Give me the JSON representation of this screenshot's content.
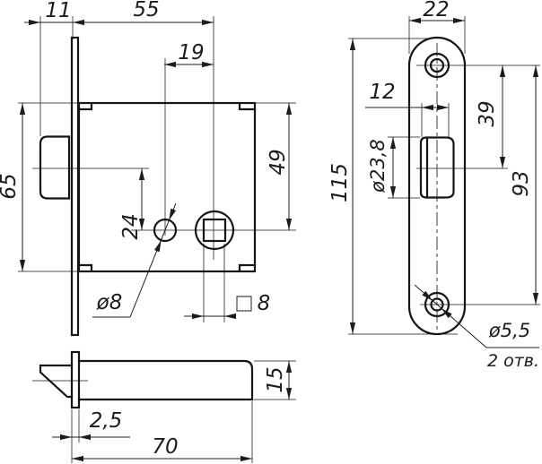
{
  "drawing": {
    "title": "mortise-latch-lock-technical-drawing",
    "units": "mm",
    "colors": {
      "line": "#161616",
      "thin_line": "#4f4f4f",
      "background": "#ffffff"
    },
    "labels": {
      "dim_11": "11",
      "dim_55": "55",
      "dim_19": "19",
      "dim_65": "65",
      "dim_24": "24",
      "dim_49": "49",
      "dia_8": "ø8",
      "square_8": "8",
      "dim_2_5": "2,5",
      "dim_70": "70",
      "dim_15": "15",
      "dim_22": "22",
      "dim_12": "12",
      "dim_39": "39",
      "dim_93": "93",
      "dim_115": "115",
      "dia_23_8": "ø23,8",
      "dia_5_5": "ø5,5",
      "holes_note": "2 отв."
    }
  }
}
